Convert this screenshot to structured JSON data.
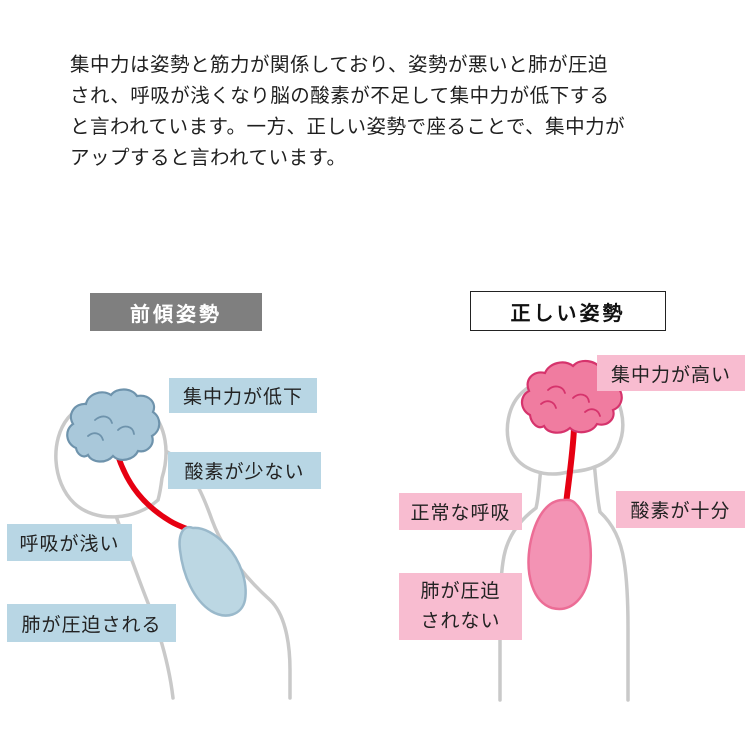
{
  "intro": {
    "lines": [
      "集中力は姿勢と筋力が関係しており、姿勢が悪いと肺が圧迫",
      "され、呼吸が浅くなり脳の酸素が不足して集中力が低下する",
      "と言われています。一方、正しい姿勢で座ることで、集中力が",
      "アップすると言われています。"
    ]
  },
  "forward_posture": {
    "title": "前傾姿勢",
    "labels": {
      "concentration": "集中力が低下",
      "oxygen": "酸素が少ない",
      "breathing": "呼吸が浅い",
      "lungs": "肺が圧迫される"
    },
    "colors": {
      "header_bg": "#7f7f7f",
      "header_text": "#ffffff",
      "label_bg": "#b8d6e4",
      "brain_fill": "#a9c8da",
      "brain_outline": "#6e93ac",
      "lung_fill": "#bcd7e3",
      "lung_outline": "#9ab9cb"
    }
  },
  "correct_posture": {
    "title": "正しい姿勢",
    "labels": {
      "concentration": "集中力が高い",
      "breathing": "正常な呼吸",
      "oxygen": "酸素が十分",
      "lungs_line1": "肺が圧迫",
      "lungs_line2": "されない"
    },
    "colors": {
      "header_border": "#222222",
      "label_bg": "#f8bcd0",
      "brain_fill": "#f07ca0",
      "brain_outline": "#d6336c",
      "lung_fill": "#f393b4",
      "lung_outline": "#ec6d96"
    }
  },
  "shared_colors": {
    "spine_red": "#e60012",
    "body_outline_gray": "#c9c9c9",
    "text": "#1f1f1f"
  }
}
